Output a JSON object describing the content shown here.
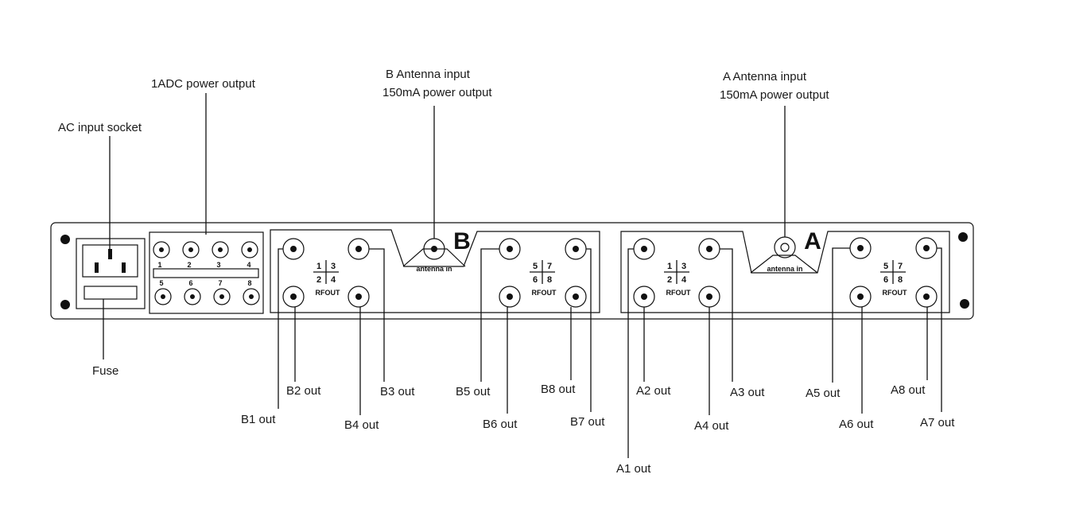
{
  "labels": {
    "ac_input": "AC input socket",
    "dc_output": "1ADC power output",
    "fuse": "Fuse",
    "b_antenna_line1": "B Antenna input",
    "b_antenna_line2": "150mA power output",
    "a_antenna_line1": "A Antenna input",
    "a_antenna_line2": "150mA power output"
  },
  "panel": {
    "dc_numbers_top": [
      "1",
      "2",
      "3",
      "4"
    ],
    "dc_numbers_bottom": [
      "5",
      "6",
      "7",
      "8"
    ],
    "group_b_letter": "B",
    "group_a_letter": "A",
    "antenna_in": "antenna in",
    "rfout": "RFOUT",
    "grid_left": [
      "1",
      "3",
      "2",
      "4"
    ],
    "grid_right": [
      "5",
      "7",
      "6",
      "8"
    ]
  },
  "outputs": {
    "b1": "B1 out",
    "b2": "B2 out",
    "b3": "B3 out",
    "b4": "B4 out",
    "b5": "B5 out",
    "b6": "B6 out",
    "b7": "B7 out",
    "b8": "B8 out",
    "a1": "A1 out",
    "a2": "A2 out",
    "a3": "A3 out",
    "a4": "A4 out",
    "a5": "A5 out",
    "a6": "A6 out",
    "a7": "A7 out",
    "a8": "A8 out"
  }
}
